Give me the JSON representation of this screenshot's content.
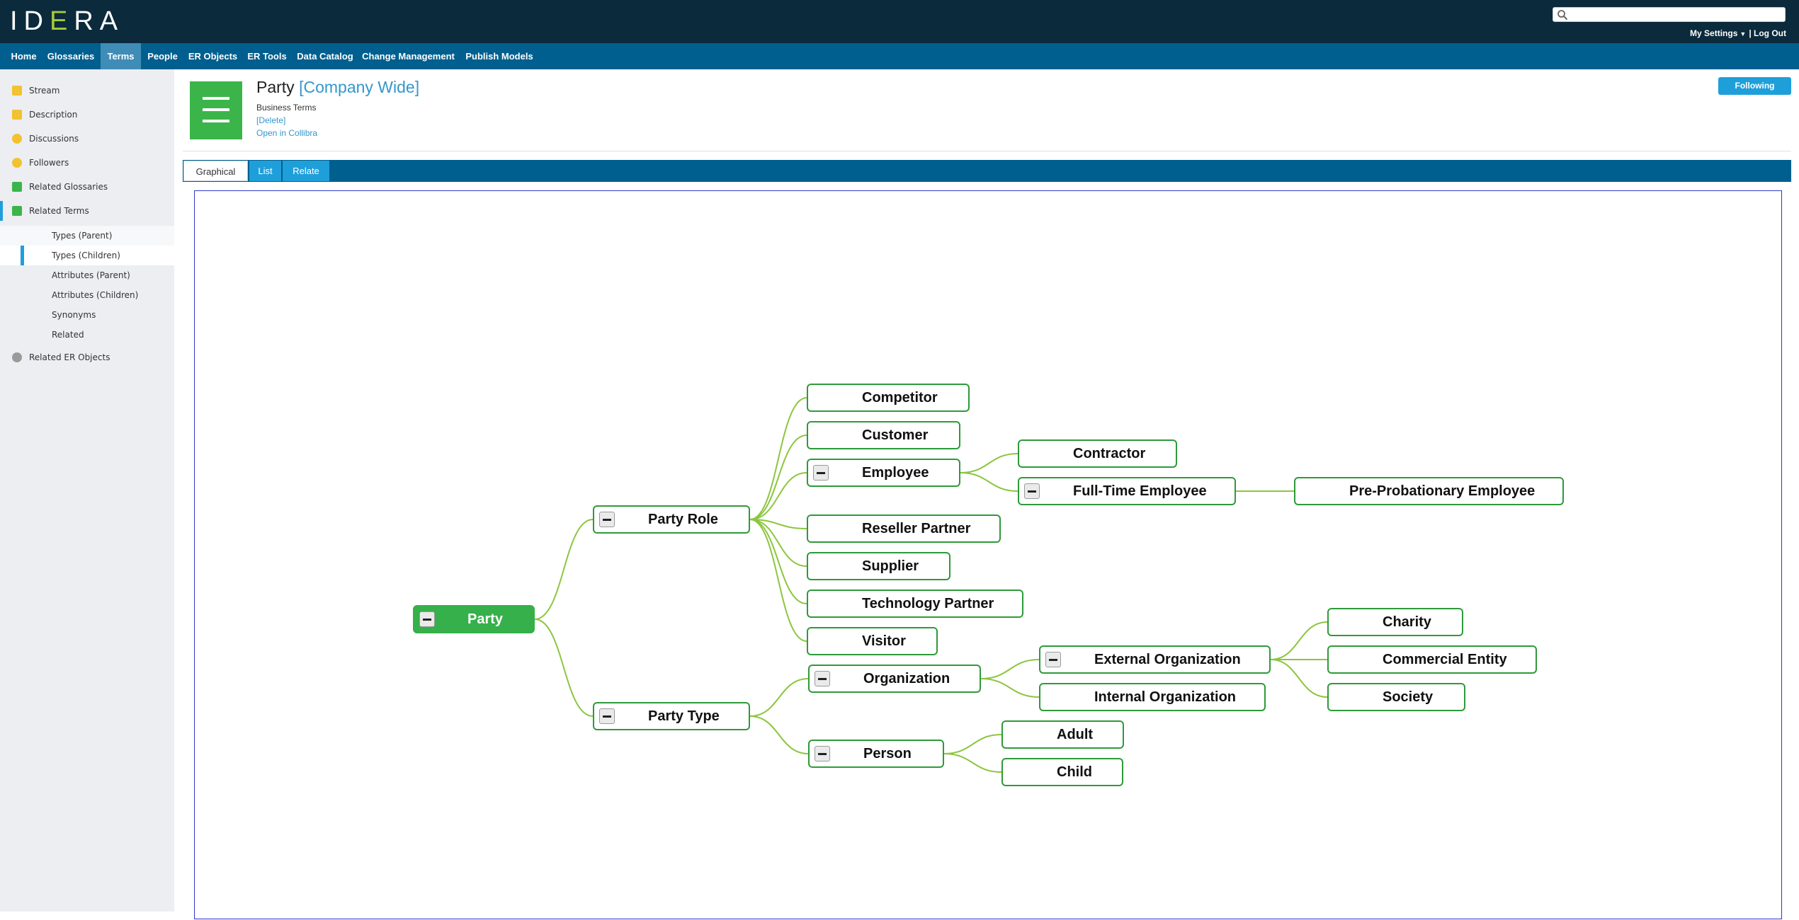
{
  "header": {
    "logo": {
      "part1": "ID",
      "accent": "E",
      "part2": "RA"
    },
    "search": {
      "placeholder": "",
      "value": ""
    },
    "user_menu": {
      "settings": "My Settings",
      "separator": "|",
      "logout": "Log Out"
    }
  },
  "nav": {
    "items": [
      {
        "label": "Home"
      },
      {
        "label": "Glossaries"
      },
      {
        "label": "Terms",
        "active": true
      },
      {
        "label": "People"
      },
      {
        "label": "ER Objects"
      },
      {
        "label": "ER Tools"
      },
      {
        "label": "Data Catalog"
      },
      {
        "label": "Change Management"
      },
      {
        "label": "Publish Models"
      }
    ]
  },
  "sidebar": {
    "items": [
      {
        "label": "Stream",
        "icon": "stream-icon",
        "color": "#f2c230"
      },
      {
        "label": "Description",
        "icon": "description-icon",
        "color": "#f2c230"
      },
      {
        "label": "Discussions",
        "icon": "discussions-icon",
        "color": "#f2c230"
      },
      {
        "label": "Followers",
        "icon": "followers-icon",
        "color": "#f2c230"
      },
      {
        "label": "Related Glossaries",
        "icon": "glossary-icon",
        "color": "#3bb54a"
      },
      {
        "label": "Related Terms",
        "icon": "terms-icon",
        "color": "#3bb54a",
        "selected": true
      },
      {
        "label": "Related ER Objects",
        "icon": "er-objects-icon",
        "color": "#9a9a9a"
      }
    ],
    "subitems": [
      {
        "label": "Types (Parent)"
      },
      {
        "label": "Types (Children)",
        "current": true
      },
      {
        "label": "Attributes (Parent)"
      },
      {
        "label": "Attributes (Children)"
      },
      {
        "label": "Synonyms"
      },
      {
        "label": "Related"
      }
    ]
  },
  "term": {
    "name": "Party",
    "scope": "[Company Wide]",
    "type": "Business Terms",
    "delete": "[Delete]",
    "open_in": "Open in Collibra",
    "follow_button": "Following"
  },
  "tabs": [
    {
      "label": "Graphical",
      "active": true
    },
    {
      "label": "List"
    },
    {
      "label": "Relate"
    }
  ],
  "graph": {
    "nodes": {
      "party": "Party",
      "party_role": "Party Role",
      "party_type": "Party Type",
      "competitor": "Competitor",
      "customer": "Customer",
      "employee": "Employee",
      "contractor": "Contractor",
      "full_time_employee": "Full-Time Employee",
      "pre_probationary_employee": "Pre-Probationary Employee",
      "reseller_partner": "Reseller Partner",
      "supplier": "Supplier",
      "technology_partner": "Technology Partner",
      "visitor": "Visitor",
      "organization": "Organization",
      "external_organization": "External Organization",
      "internal_organization": "Internal Organization",
      "charity": "Charity",
      "commercial_entity": "Commercial Entity",
      "society": "Society",
      "person": "Person",
      "adult": "Adult",
      "child": "Child"
    },
    "edges": [
      [
        "party",
        "party_role"
      ],
      [
        "party",
        "party_type"
      ],
      [
        "party_role",
        "competitor"
      ],
      [
        "party_role",
        "customer"
      ],
      [
        "party_role",
        "employee"
      ],
      [
        "party_role",
        "reseller_partner"
      ],
      [
        "party_role",
        "supplier"
      ],
      [
        "party_role",
        "technology_partner"
      ],
      [
        "party_role",
        "visitor"
      ],
      [
        "employee",
        "contractor"
      ],
      [
        "employee",
        "full_time_employee"
      ],
      [
        "full_time_employee",
        "pre_probationary_employee"
      ],
      [
        "party_type",
        "organization"
      ],
      [
        "party_type",
        "person"
      ],
      [
        "organization",
        "external_organization"
      ],
      [
        "organization",
        "internal_organization"
      ],
      [
        "external_organization",
        "charity"
      ],
      [
        "external_organization",
        "commercial_entity"
      ],
      [
        "external_organization",
        "society"
      ],
      [
        "person",
        "adult"
      ],
      [
        "person",
        "child"
      ]
    ],
    "colors": {
      "node_border": "#2e9a3a",
      "root_fill": "#36b04a",
      "edge": "#8cc63f"
    }
  }
}
